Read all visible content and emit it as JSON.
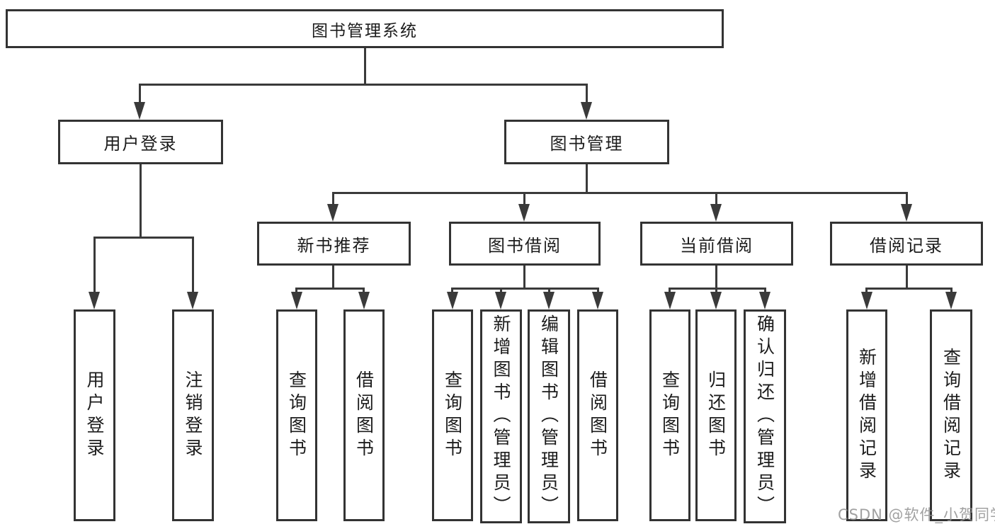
{
  "tree": {
    "label": "图书管理系统",
    "children": [
      {
        "label": "用户登录",
        "children": [
          {
            "label": "用户登录"
          },
          {
            "label": "注销登录"
          }
        ]
      },
      {
        "label": "图书管理",
        "children": [
          {
            "label": "新书推荐",
            "children": [
              {
                "label": "查询图书"
              },
              {
                "label": "借阅图书"
              }
            ]
          },
          {
            "label": "图书借阅",
            "children": [
              {
                "label": "查询图书"
              },
              {
                "label": "新增图书（管理员）"
              },
              {
                "label": "编辑图书（管理员）"
              },
              {
                "label": "借阅图书"
              }
            ]
          },
          {
            "label": "当前借阅",
            "children": [
              {
                "label": "查询图书"
              },
              {
                "label": "归还图书"
              },
              {
                "label": "确认归还（管理员）"
              }
            ]
          },
          {
            "label": "借阅记录",
            "children": [
              {
                "label": "新增借阅记录"
              },
              {
                "label": "查询借阅记录"
              }
            ]
          }
        ]
      }
    ]
  },
  "watermark": {
    "text": "CSDN @软件_小贺同学"
  },
  "colors": {
    "line": "#3a3a3a",
    "box_border": "#333333",
    "text": "#1c1c1c",
    "watermark": "#919191",
    "background": "#ffffff"
  }
}
